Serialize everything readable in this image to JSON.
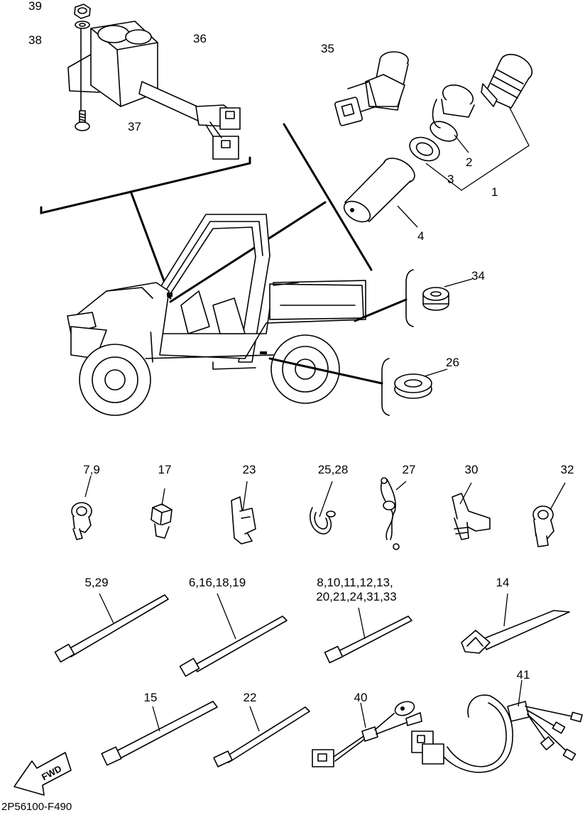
{
  "labels": {
    "p39": "39",
    "p38": "38",
    "p36": "36",
    "p37": "37",
    "p35": "35",
    "p2": "2",
    "p3": "3",
    "p1": "1",
    "p4": "4",
    "p34": "34",
    "p26": "26",
    "p7_9": "7,9",
    "p17": "17",
    "p23": "23",
    "p25_28": "25,28",
    "p27": "27",
    "p30": "30",
    "p32": "32",
    "p5_29": "5,29",
    "p6_16": "6,16,18,19",
    "p8_line1": "8,10,11,12,13,",
    "p8_line2": "20,21,24,31,33",
    "p14": "14",
    "p15": "15",
    "p22": "22",
    "p40": "40",
    "p41": "41"
  },
  "fwd_arrow": "FWD",
  "diagram_code": "2P56100-F490"
}
